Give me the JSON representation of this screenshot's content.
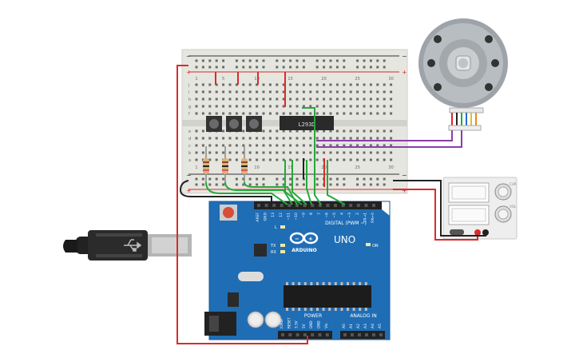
{
  "components": {
    "driver_chip": {
      "label": "L293D"
    },
    "arduino": {
      "brand": "ARDUINO",
      "model": "UNO",
      "on_label": "ON",
      "l_label": "L",
      "tx_label": "TX",
      "rx_label": "RX",
      "digital_label": "DIGITAL (PWM ~)",
      "power_label": "POWER",
      "analog_label": "ANALOG IN",
      "top_header_pins": [
        "AREF",
        "GND",
        "13",
        "12",
        "~11",
        "~10",
        "~9",
        "8",
        "7",
        "~6",
        "~5",
        "4",
        "~3",
        "2",
        "TX→1",
        "RX←0"
      ],
      "power_pins": [
        "IOREF",
        "RESET",
        "3.3V",
        "5V",
        "GND",
        "GND",
        "Vin"
      ],
      "analog_pins": [
        "A0",
        "A1",
        "A2",
        "A3",
        "A4",
        "A5"
      ]
    },
    "breadboard": {
      "row_numbers": [
        "1",
        "5",
        "10",
        "15",
        "20",
        "25",
        "30"
      ],
      "col_letters_top": [
        "j",
        "i",
        "h",
        "g",
        "f"
      ],
      "col_letters_bottom": [
        "e",
        "d",
        "c",
        "b",
        "a"
      ],
      "rail_plus": "+",
      "rail_minus": "−"
    },
    "power_supply": {
      "knob_label_1": "CUR",
      "knob_label_2": "VOL"
    }
  },
  "colors": {
    "board_blue": "#1f6db5",
    "wire_red": "#d92b2b",
    "wire_green": "#27a83a",
    "wire_purple": "#8a3ea8",
    "wire_black": "#222222",
    "breadboard": "#e6e6e0"
  }
}
